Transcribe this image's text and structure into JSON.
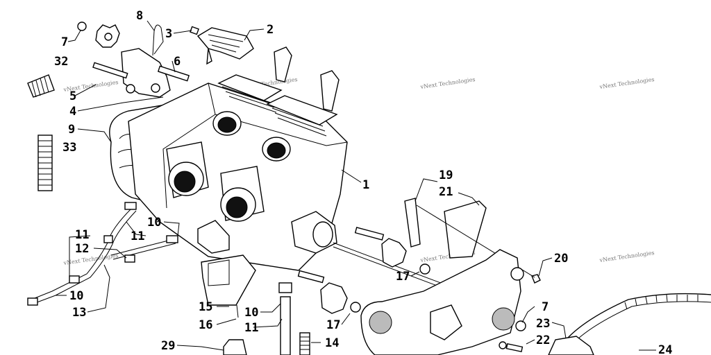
{
  "watermark": "vNext Technologies",
  "callouts": {
    "c1": "1",
    "c2": "2",
    "c3": "3",
    "c4": "4",
    "c5": "5",
    "c6": "6",
    "c7a": "7",
    "c7b": "7",
    "c8": "8",
    "c9": "9",
    "c10a": "10",
    "c10b": "10",
    "c10c": "10",
    "c11a": "11",
    "c11b": "11",
    "c11c": "11",
    "c12": "12",
    "c13": "13",
    "c14": "14",
    "c15": "15",
    "c16": "16",
    "c17a": "17",
    "c17b": "17",
    "c19": "19",
    "c20": "20",
    "c21": "21",
    "c22": "22",
    "c23": "23",
    "c24": "24",
    "c29": "29",
    "c32": "32",
    "c33": "33"
  }
}
